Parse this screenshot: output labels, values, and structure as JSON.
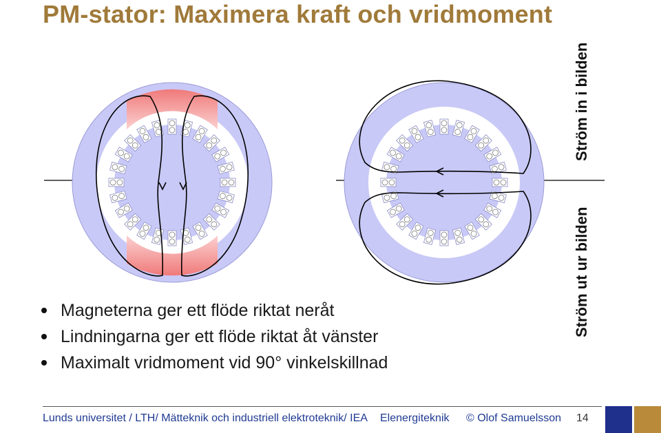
{
  "title": "PM-stator: Maximera kraft och vridmoment",
  "bullets": [
    "Magneterna ger ett flöde riktat neråt",
    "Lindningarna ger ett flöde riktat åt vänster",
    "Maximalt vridmoment vid 90° vinkelskillnad"
  ],
  "side_labels": {
    "current_in": "Ström in i bilden",
    "current_out": "Ström ut ur bilden"
  },
  "footer": {
    "organization": "Lunds universitet / LTH/ Mätteknik och industriell elektroteknik/ IEA",
    "department": "Elenergiteknik",
    "author": "© Olof Samuelsson",
    "page": "14"
  },
  "colors": {
    "title": "#a07a3a",
    "iron": "#c9c9f7",
    "magnet": "#f07a7a",
    "footer_text": "#1f3a93",
    "accent_blue": "#1e2f8c",
    "accent_gold": "#b98a3a"
  }
}
